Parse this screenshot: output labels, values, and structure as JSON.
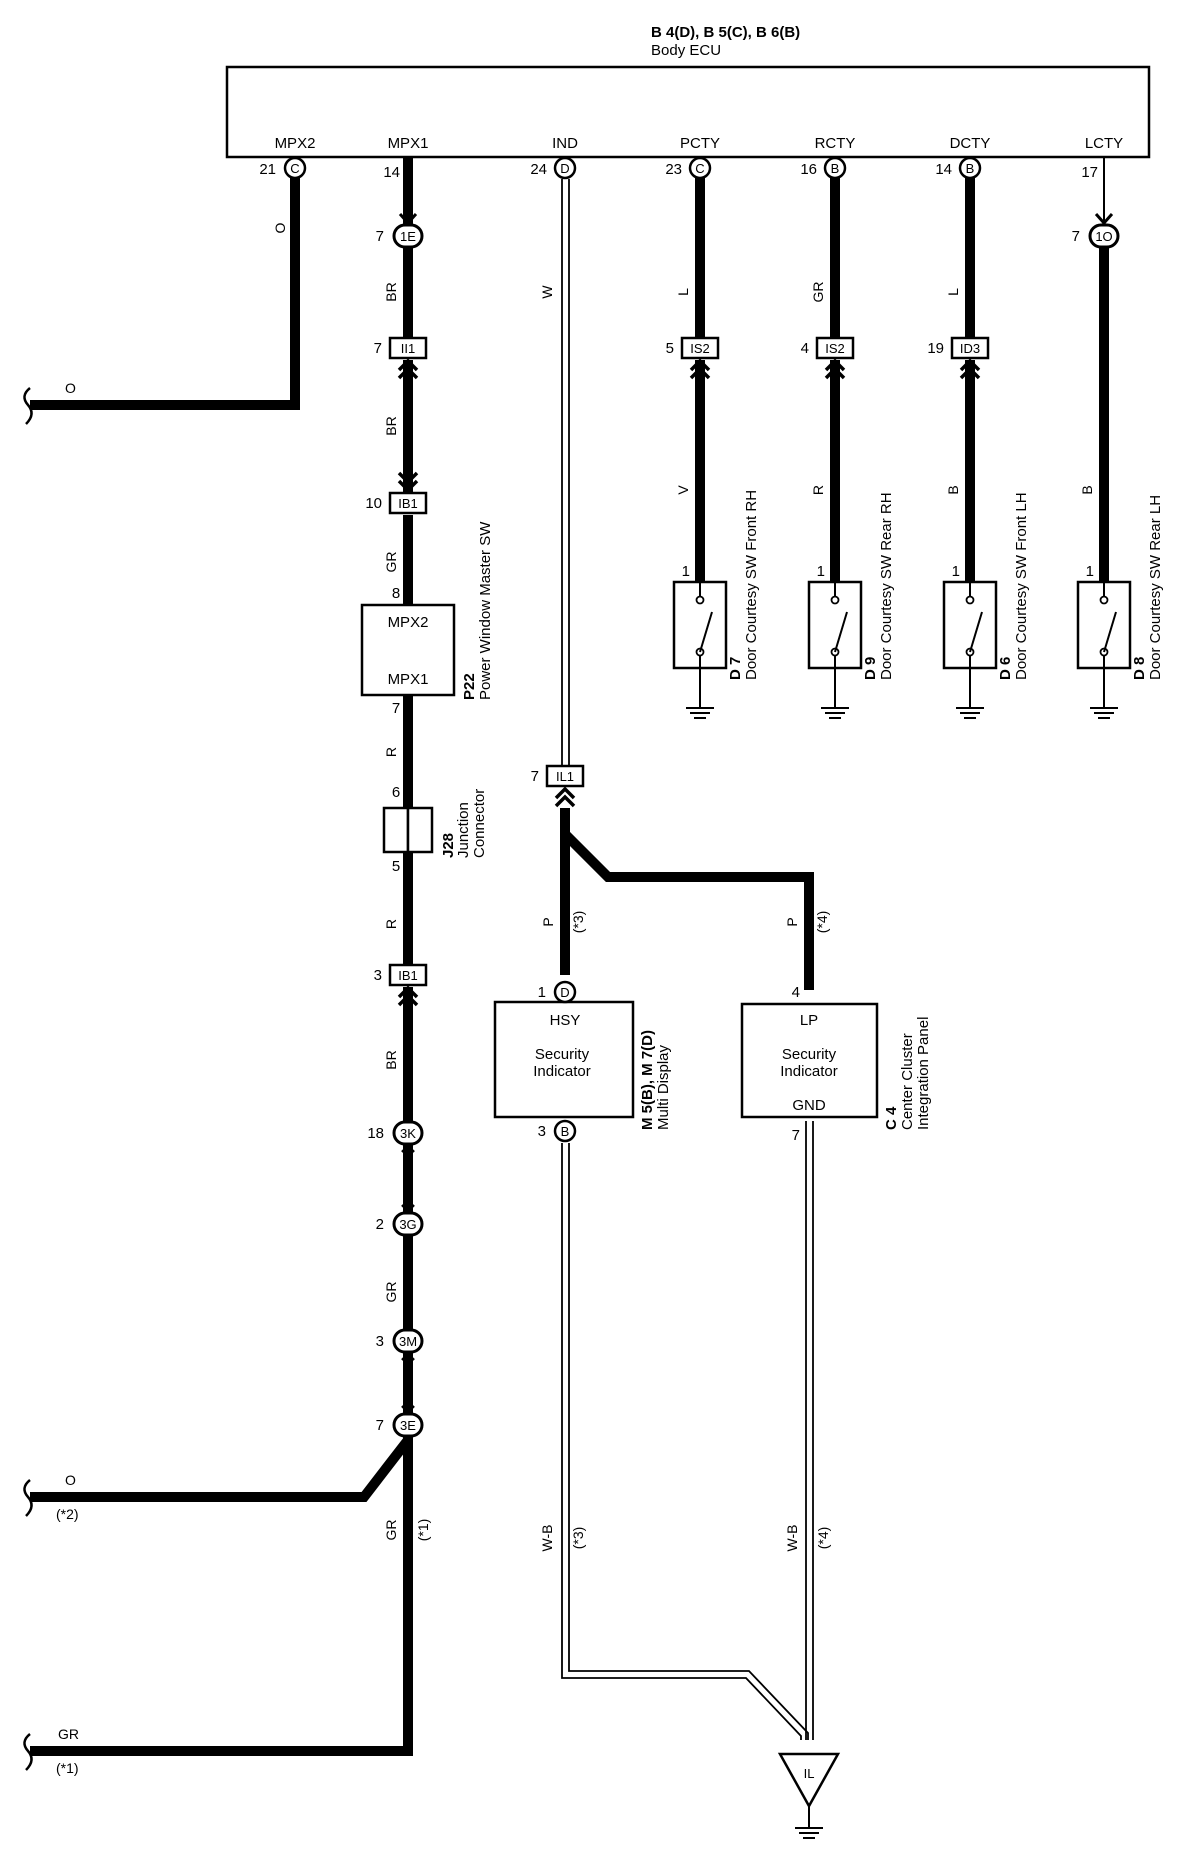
{
  "ecu": {
    "codes": "B 4(D), B 5(C), B 6(B)",
    "name": "Body ECU",
    "terminals": [
      {
        "name": "MPX2",
        "pin": "21",
        "conn": "C"
      },
      {
        "name": "MPX1",
        "pin": "14",
        "conn": ""
      },
      {
        "name": "IND",
        "pin": "24",
        "conn": "D"
      },
      {
        "name": "PCTY",
        "pin": "23",
        "conn": "C"
      },
      {
        "name": "RCTY",
        "pin": "16",
        "conn": "B"
      },
      {
        "name": "DCTY",
        "pin": "14",
        "conn": "B"
      },
      {
        "name": "LCTY",
        "pin": "17",
        "conn": ""
      }
    ]
  },
  "wire_colors": {
    "mpx2": "O",
    "mpx1_a": "BR",
    "mpx1_b": "BR",
    "mpx1_c": "GR",
    "ind": "W",
    "pcty_a": "L",
    "pcty_b": "V",
    "rcty_a": "GR",
    "rcty_b": "R",
    "dcty_a": "L",
    "dcty_b": "B",
    "lcty": "B",
    "pw_out": "R",
    "jc_out": "R",
    "ib1_lower": "BR",
    "mid_gr": "GR",
    "bottom_gr": "GR",
    "ind_p_left": "P",
    "ind_p_right": "P",
    "ground_left": "W-B",
    "ground_right": "W-B",
    "left_o": "O",
    "left_o2": "O",
    "left_gr": "GR"
  },
  "notes": {
    "star1": "(*1)",
    "star2": "(*2)",
    "star3": "(*3)",
    "star4": "(*4)"
  },
  "connectors": {
    "c_1e": {
      "pin": "7",
      "code": "1E"
    },
    "c_ii1": {
      "pin": "7",
      "code": "II1"
    },
    "c_ib1_top": {
      "pin": "10",
      "code": "IB1"
    },
    "c_is2_p": {
      "pin": "5",
      "code": "IS2"
    },
    "c_is2_r": {
      "pin": "4",
      "code": "IS2"
    },
    "c_id3": {
      "pin": "19",
      "code": "ID3"
    },
    "c_1o": {
      "pin": "7",
      "code": "1O"
    },
    "c_il1": {
      "pin": "7",
      "code": "IL1"
    },
    "c_ib1_bot": {
      "pin": "3",
      "code": "IB1"
    },
    "c_3k": {
      "pin": "18",
      "code": "3K"
    },
    "c_3g": {
      "pin": "2",
      "code": "3G"
    },
    "c_3m": {
      "pin": "3",
      "code": "3M"
    },
    "c_3e": {
      "pin": "7",
      "code": "3E"
    }
  },
  "power_window": {
    "code": "P22",
    "name": "Power Window Master SW",
    "top_label": "MPX2",
    "bottom_label": "MPX1",
    "pin_in": "8",
    "pin_out": "7"
  },
  "junction": {
    "code": "J28",
    "name1": "Junction",
    "name2": "Connector",
    "pin_in": "6",
    "pin_out": "5"
  },
  "switches": [
    {
      "code": "D 7",
      "name": "Door Courtesy SW Front RH",
      "pin": "1"
    },
    {
      "code": "D 9",
      "name": "Door Courtesy SW Rear RH",
      "pin": "1"
    },
    {
      "code": "D 6",
      "name": "Door Courtesy SW Front LH",
      "pin": "1"
    },
    {
      "code": "D 8",
      "name": "Door Courtesy SW Rear LH",
      "pin": "1"
    }
  ],
  "multi_display": {
    "code": "M 5(B), M 7(D)",
    "name": "Multi Display",
    "terminal": "HSY",
    "text1": "Security",
    "text2": "Indicator",
    "pin_in": "1",
    "conn_in": "D",
    "pin_out": "3",
    "conn_out": "B"
  },
  "center_panel": {
    "code": "C 4",
    "name1": "Center Cluster",
    "name2": "Integration Panel",
    "terminal": "LP",
    "text1": "Security",
    "text2": "Indicator",
    "gnd": "GND",
    "pin_in": "4",
    "pin_out": "7"
  },
  "ground": {
    "code": "IL"
  }
}
